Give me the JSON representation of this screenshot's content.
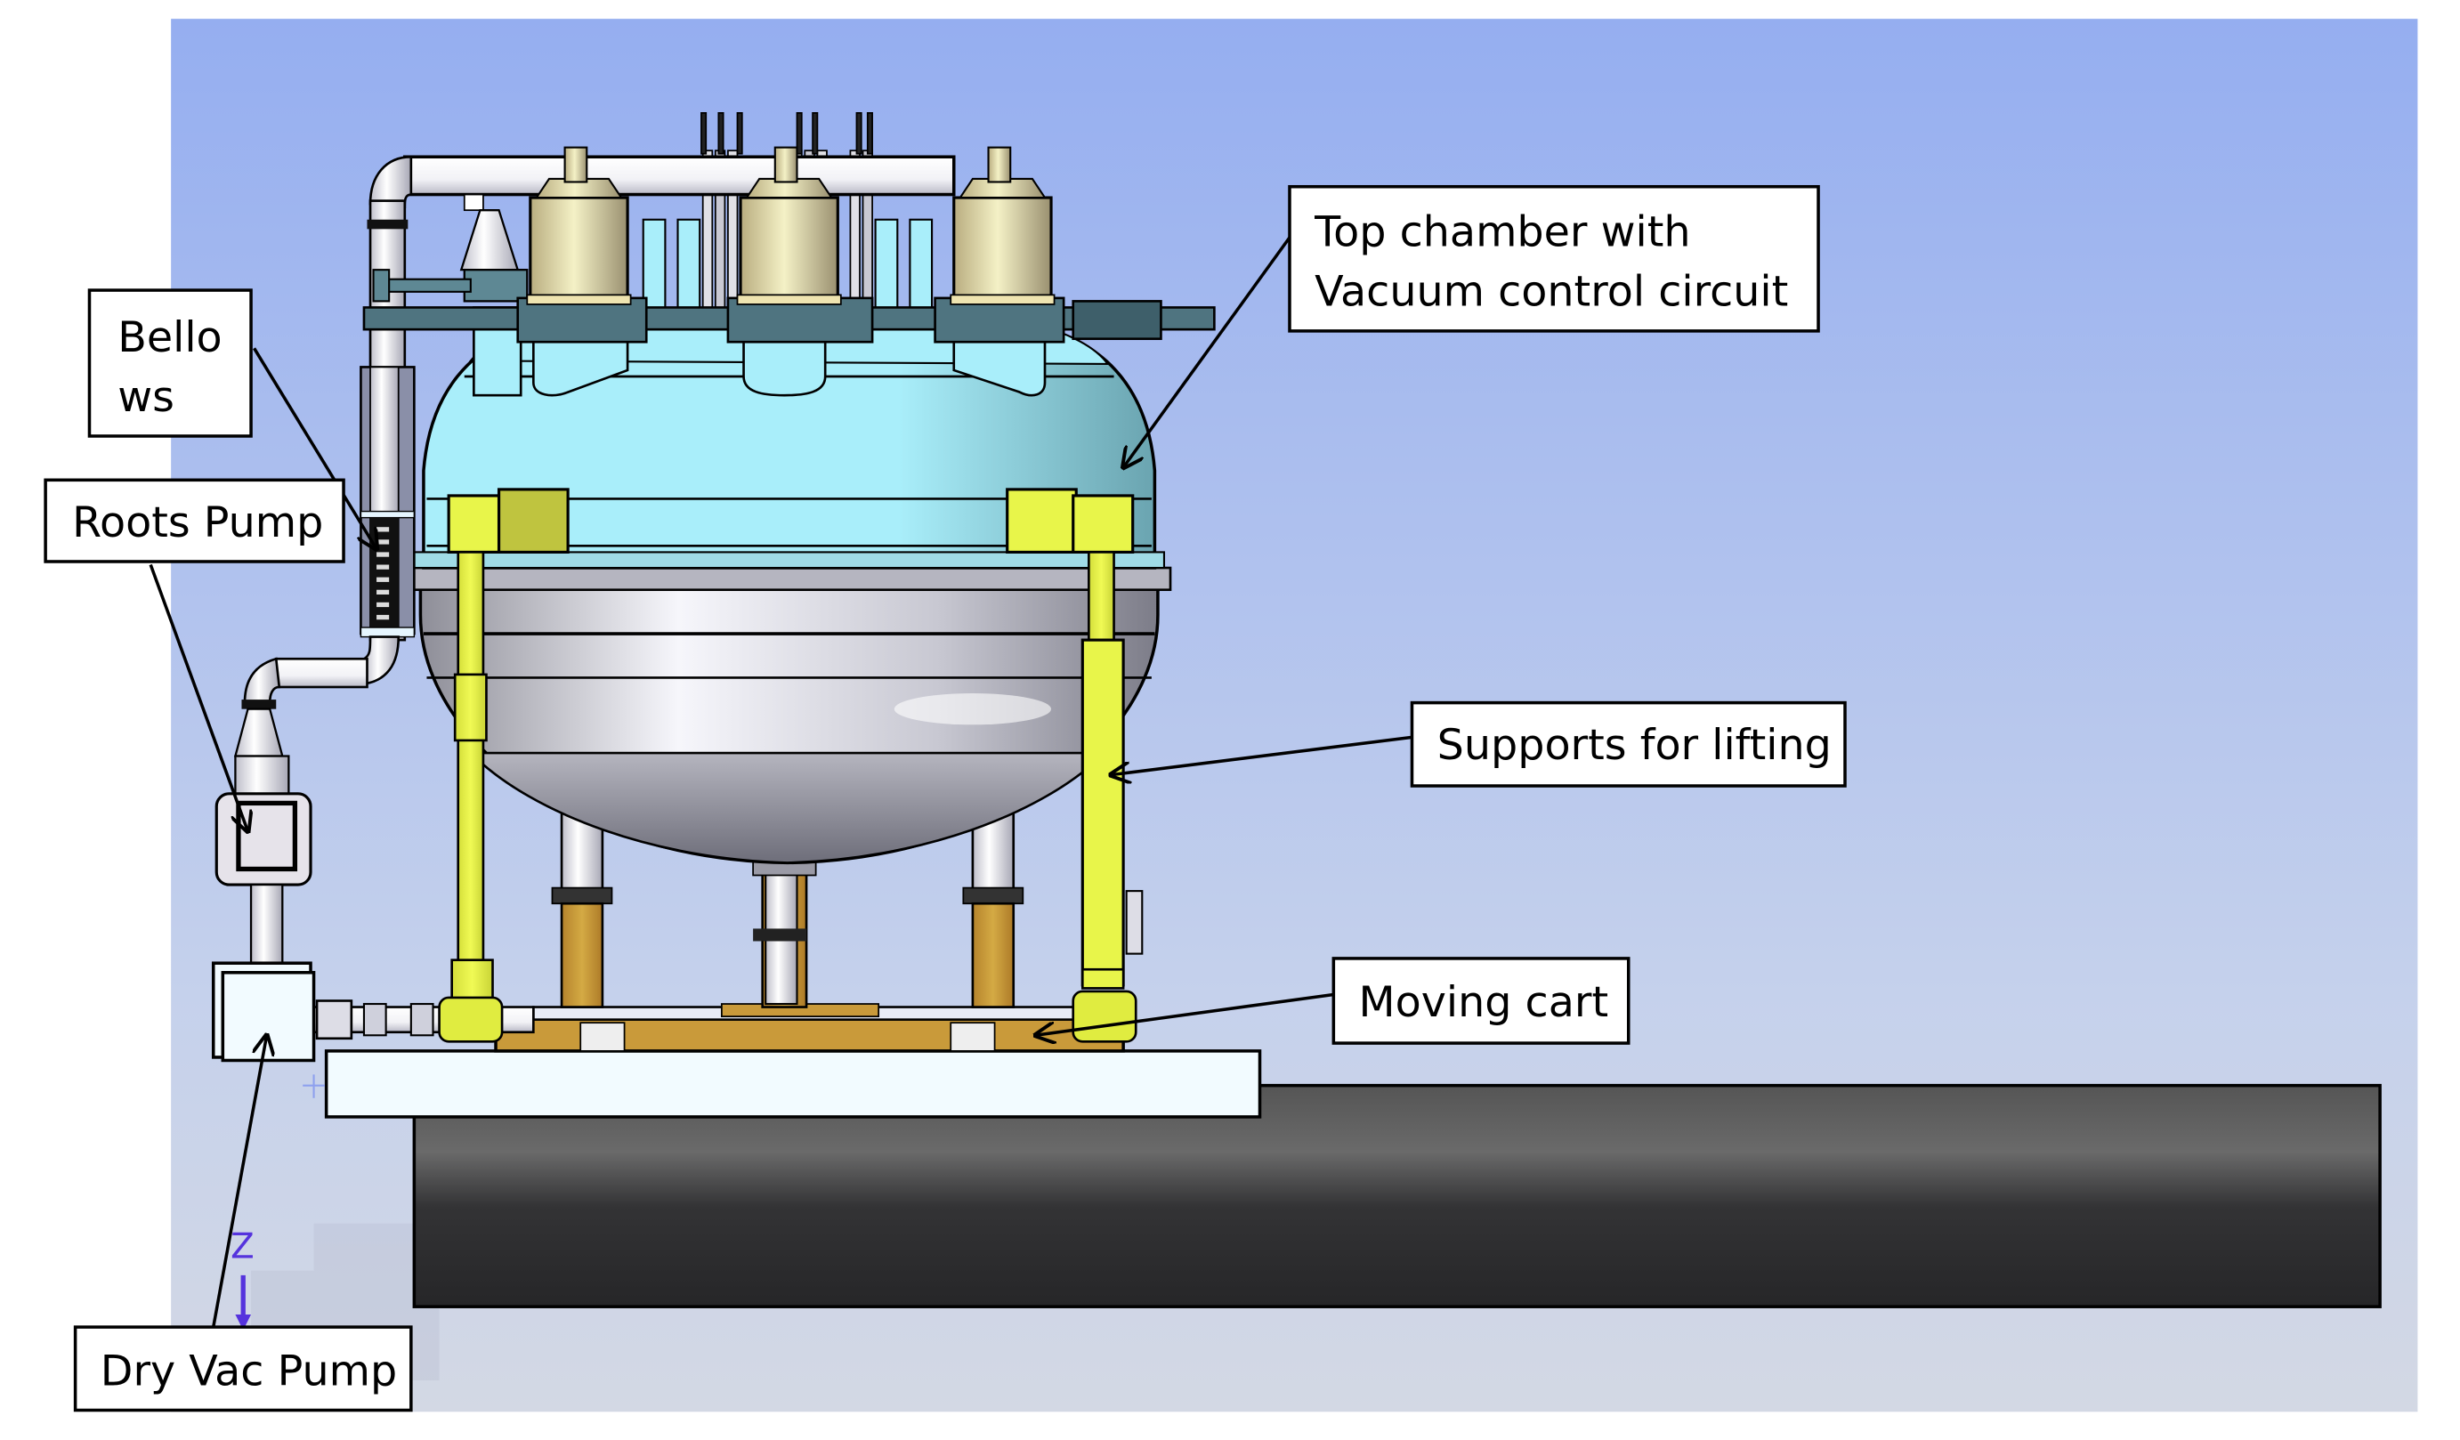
{
  "diagram": {
    "subject": "Vacuum chamber assembly on moving cart (CAD side view)",
    "background": {
      "sky_top": "#95aef0",
      "sky_bottom": "#d3d8e6",
      "frame": "#ffffff"
    },
    "colors": {
      "top_chamber": "#a8eefa",
      "bottom_dish": "#c8c8d0",
      "supports": "#e8f54a",
      "clamps": "#4f7480",
      "cryo_heads": "#d9cf9e",
      "cart": "#c99a3a",
      "base_slab": "#f2fbff",
      "floor_beam": "#3a3a3c",
      "outline": "#000000"
    },
    "callouts": [
      {
        "id": "bellows",
        "lines": [
          "Bello",
          "ws"
        ]
      },
      {
        "id": "roots-pump",
        "lines": [
          "Roots Pump"
        ]
      },
      {
        "id": "top-chamber",
        "lines": [
          "Top chamber with",
          "Vacuum control circuit"
        ]
      },
      {
        "id": "supports",
        "lines": [
          "Supports for lifting"
        ]
      },
      {
        "id": "moving-cart",
        "lines": [
          "Moving cart"
        ]
      },
      {
        "id": "dry-vac-pump",
        "lines": [
          "Dry Vac Pump"
        ]
      }
    ],
    "axis_indicator": {
      "label": "Z"
    }
  }
}
